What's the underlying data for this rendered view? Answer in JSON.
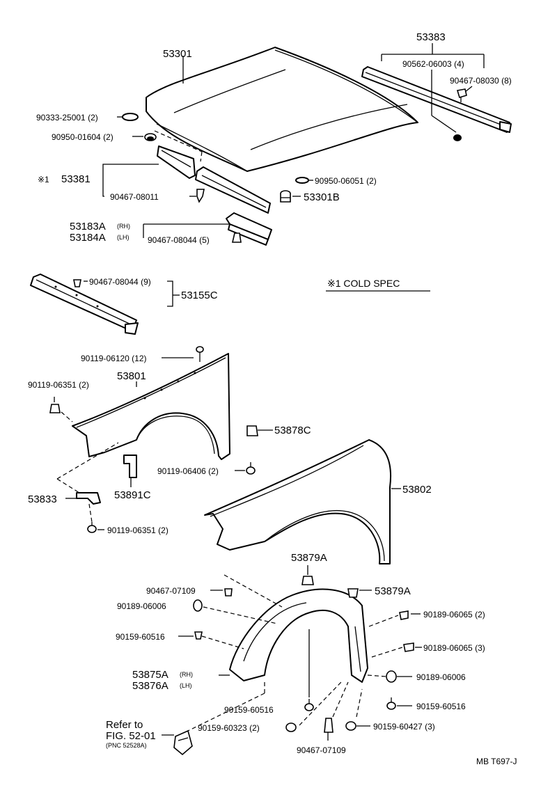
{
  "labels": {
    "p53301": "53301",
    "p53383": "53383",
    "p90562": "90562-06003 (4)",
    "p90467_08030": "90467-08030 (8)",
    "p90333": "90333-25001 (2)",
    "p90950_01604": "90950-01604 (2)",
    "p53381_mark": "※1",
    "p53381": "53381",
    "p90467_08011": "90467-08011",
    "p90950_06051": "90950-06051 (2)",
    "p53301b": "53301B",
    "p53183a": "53183A",
    "p53183a_side": "(RH)",
    "p53184a": "53184A",
    "p53184a_side": "(LH)",
    "p90467_08044_5": "90467-08044 (5)",
    "p90467_08044_9": "90467-08044 (9)",
    "p53155c": "53155C",
    "cold_spec": "※1 COLD SPEC",
    "p90119_06120": "90119-06120 (12)",
    "p53801": "53801",
    "p90119_06351_top": "90119-06351 (2)",
    "p53878c": "53878C",
    "p90119_06406": "90119-06406 (2)",
    "p53833": "53833",
    "p53891c": "53891C",
    "p90119_06351_bot": "90119-06351 (2)",
    "p53802": "53802",
    "p53879a_top": "53879A",
    "p53879a_right": "53879A",
    "p90467_07109_top": "90467-07109",
    "p90189_06006_left": "90189-06006",
    "p90159_60516_left": "90159-60516",
    "p53875a": "53875A",
    "p53875a_side": "(RH)",
    "p53876a": "53876A",
    "p53876a_side": "(LH)",
    "p90159_60516_bot": "90159-60516",
    "p90159_60323": "90159-60323 (2)",
    "p90467_07109_bot": "90467-07109",
    "p90159_60427": "90159-60427 (3)",
    "p90189_06065_2": "90189-06065 (2)",
    "p90189_06065_3": "90189-06065 (3)",
    "p90189_06006_right": "90189-06006",
    "p90159_60516_right": "90159-60516",
    "refer_to": "Refer to",
    "refer_fig": "FIG. 52-01",
    "refer_pnc": "(PNC 52528A)",
    "footer": "MB T697-J"
  }
}
